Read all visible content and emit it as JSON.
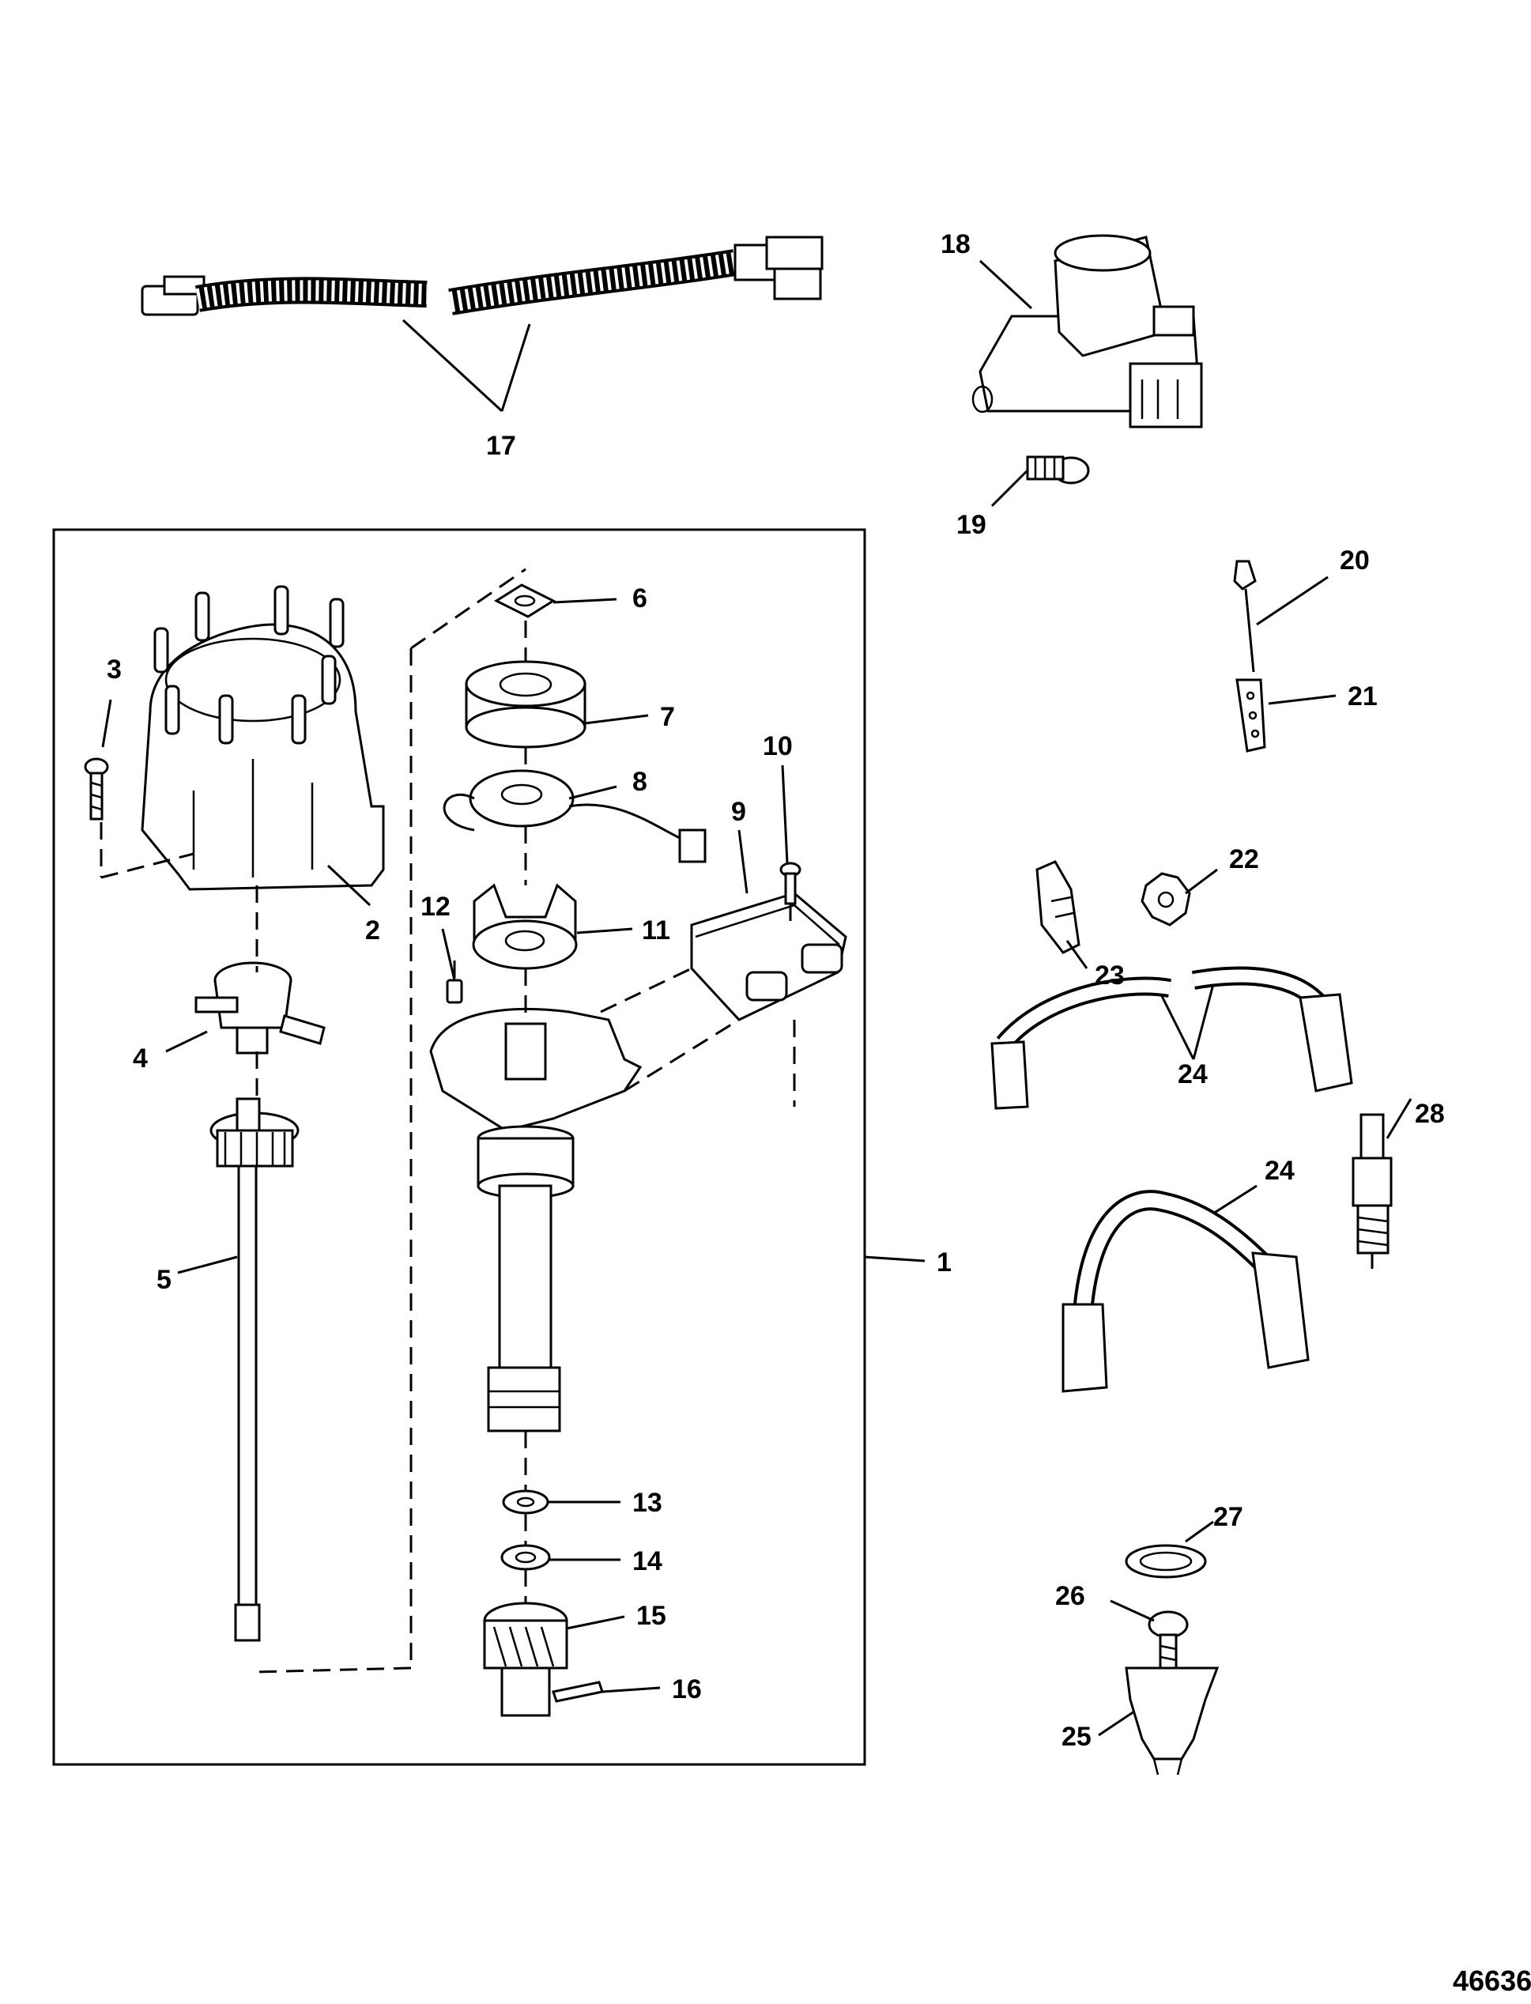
{
  "figure_number": "46636",
  "callouts": [
    "1",
    "2",
    "3",
    "4",
    "5",
    "6",
    "7",
    "8",
    "9",
    "10",
    "11",
    "12",
    "13",
    "14",
    "15",
    "16",
    "17",
    "18",
    "19",
    "20",
    "21",
    "22",
    "23",
    "24",
    "24",
    "25",
    "26",
    "27",
    "28"
  ],
  "colors": {
    "line": "#000000",
    "background": "#ffffff"
  }
}
